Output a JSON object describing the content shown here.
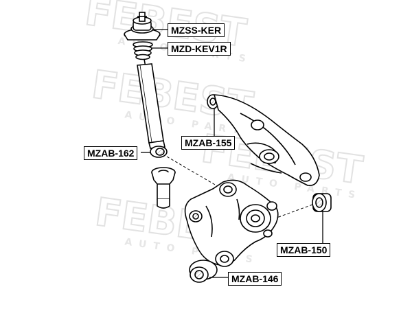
{
  "watermark": {
    "brand": "FEBEST",
    "tagline": "AUTO PARTS",
    "color": "#e6e6e6"
  },
  "labels": [
    {
      "id": "mzss-ker",
      "text": "MZSS-KER"
    },
    {
      "id": "mzd-kev1r",
      "text": "MZD-KEV1R"
    },
    {
      "id": "mzab-155",
      "text": "MZAB-155"
    },
    {
      "id": "mzab-162",
      "text": "MZAB-162"
    },
    {
      "id": "mzab-150",
      "text": "MZAB-150"
    },
    {
      "id": "mzab-146",
      "text": "MZAB-146"
    }
  ]
}
